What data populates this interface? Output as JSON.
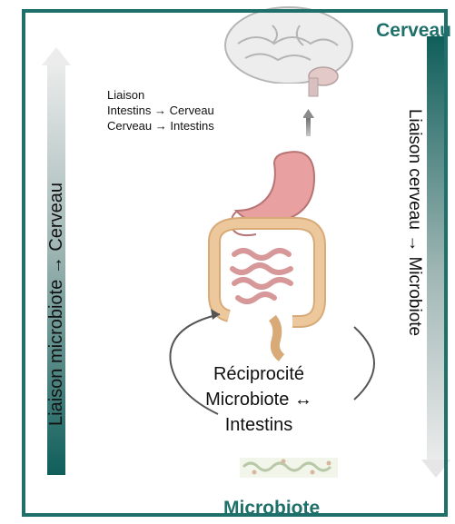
{
  "labels": {
    "top": "Cerveau",
    "bottom": "Microbiote"
  },
  "left_axis": {
    "text": "Liaison microbiote → Cerveau"
  },
  "right_axis": {
    "text": "Liaison cerveau → Microbiote"
  },
  "liaison_box": {
    "line1": "Liaison",
    "line2": "Intestins → Cerveau",
    "line3": "Cerveau → Intestins"
  },
  "reciprocity": {
    "line1": "Réciprocité",
    "line2": "Microbiote ↔",
    "line3": "Intestins"
  },
  "colors": {
    "frame": "#1f6f6b",
    "accent": "#1f6f6b",
    "stomach": "#e8a0a0",
    "intestine": "#e9c49a",
    "brain": "#e8e8e8"
  },
  "icons": [
    "brain-icon",
    "stomach-icon",
    "intestines-icon",
    "microbiota-icon",
    "up-arrow-icon",
    "down-arrow-icon",
    "cycle-arrow-icon"
  ]
}
